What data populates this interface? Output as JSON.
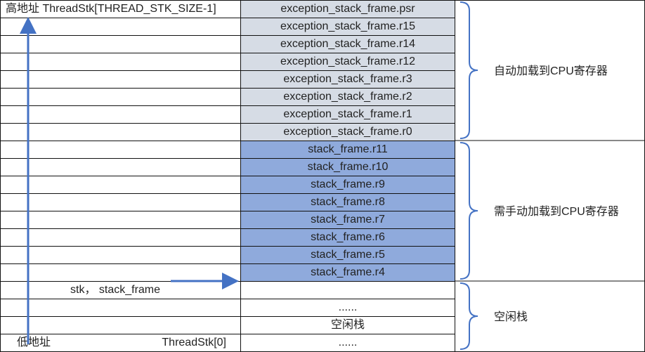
{
  "left_labels": {
    "high_address": "高地址 ThreadStk[THREAD_STK_SIZE-1]",
    "stk_pointer": "stk，  stack_frame",
    "low_address": "低地址",
    "stack_base": "ThreadStk[0]"
  },
  "exception_frame": [
    "exception_stack_frame.psr",
    "exception_stack_frame.r15",
    "exception_stack_frame.r14",
    "exception_stack_frame.r12",
    "exception_stack_frame.r3",
    "exception_stack_frame.r2",
    "exception_stack_frame.r1",
    "exception_stack_frame.r0"
  ],
  "manual_frame": [
    "stack_frame.r11",
    "stack_frame.r10",
    "stack_frame.r9",
    "stack_frame.r8",
    "stack_frame.r7",
    "stack_frame.r6",
    "stack_frame.r5",
    "stack_frame.r4"
  ],
  "free_stack": [
    "",
    "......",
    "空闲栈",
    "......"
  ],
  "groups": {
    "auto": "自动加载到CPU寄存器",
    "manual": "需手动加载到CPU寄存器",
    "free": "空闲栈"
  },
  "colors": {
    "exception_fill": "#d6dce5",
    "manual_fill": "#8faadc",
    "arrow": "#4472c4"
  }
}
